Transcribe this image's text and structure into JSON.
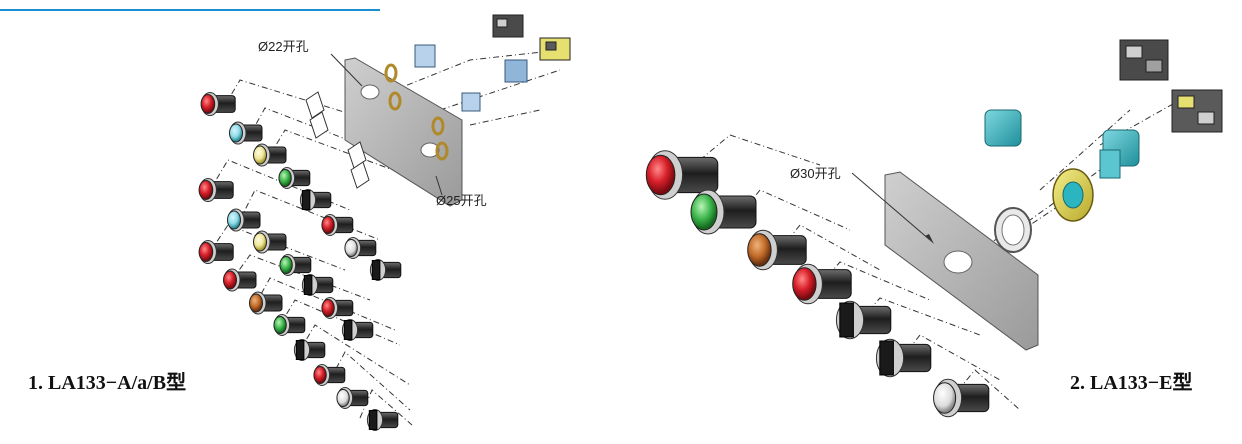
{
  "colors": {
    "rule": "#1a8fd0",
    "red": "#d8202a",
    "cyan": "#2bb5c0",
    "green": "#3cb44a",
    "yellow": "#e6e070",
    "orange": "#c06a28",
    "panel": "#b8b8b8",
    "metal": "#8a8a8a",
    "dark": "#2a2a2a"
  },
  "diagram_left": {
    "title": "1. LA133−A/a/B型",
    "hole_22": "Ø22开孔",
    "hole_25": "Ø25开孔"
  },
  "diagram_right": {
    "title": "2. LA133−E型",
    "hole_30": "Ø30开孔"
  }
}
